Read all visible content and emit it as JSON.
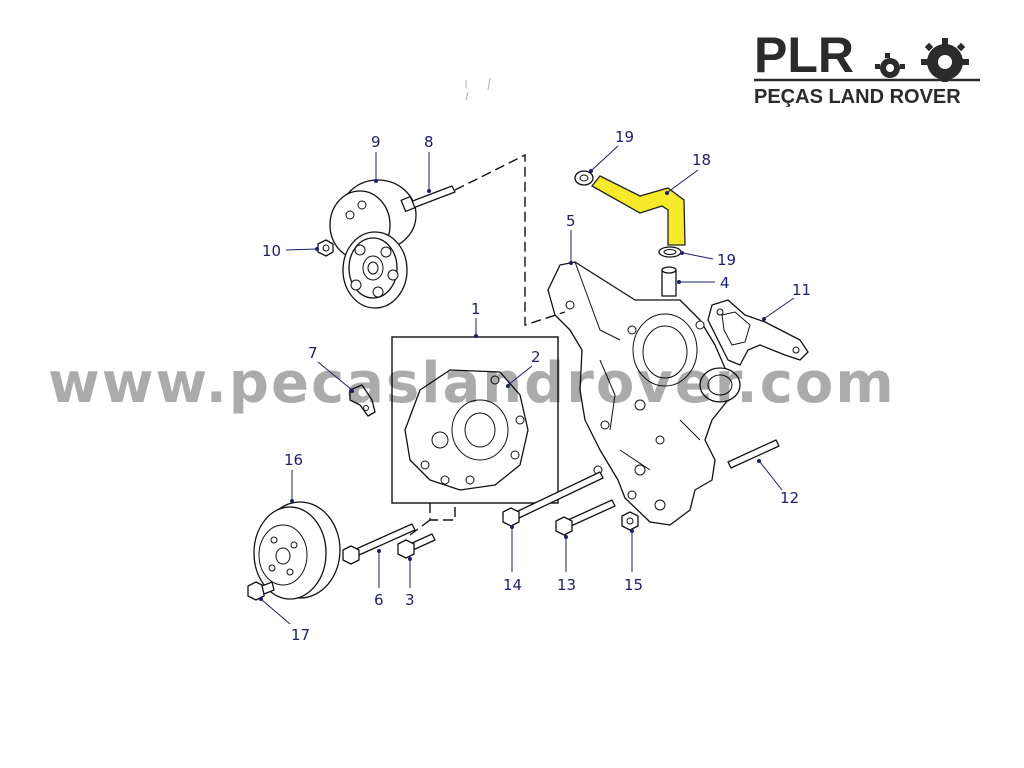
{
  "brand": {
    "name": "PLR",
    "tagline": "PEÇAS LAND ROVER"
  },
  "watermark": "www.pecaslandrover.com",
  "highlight_color": "#f7ea2b",
  "callout_color": "#1a1f6e",
  "callouts": [
    "1",
    "2",
    "3",
    "4",
    "5",
    "6",
    "7",
    "8",
    "9",
    "10",
    "11",
    "12",
    "13",
    "14",
    "15",
    "16",
    "17",
    "18",
    "19",
    "19"
  ]
}
